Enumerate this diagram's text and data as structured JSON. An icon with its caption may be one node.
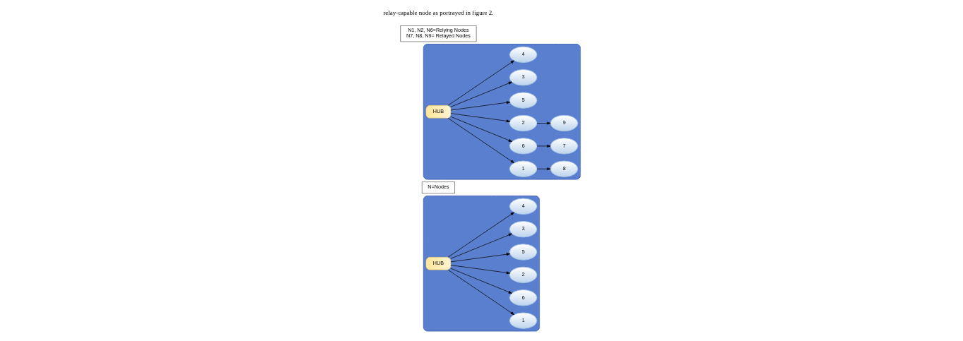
{
  "diagram": {
    "nodes": [
      {
        "text": [],
        "shape": "ellipse"
      },
      {
        "text": [
          "N=Nodes"
        ]
      },
      {
        "text": [
          "1"
        ],
        "in": 0
      },
      {
        "text": [
          "6"
        ],
        "in": 0
      },
      {
        "text": [
          "2"
        ],
        "in": 0
      },
      {
        "text": [
          "HUB"
        ],
        "in": 0
      },
      {
        "text": [
          "5"
        ],
        "in": 0
      },
      {
        "text": [
          "3"
        ],
        "in": 0
      },
      {
        "text": [
          "4"
        ],
        "in": 0
      },
      {
        "text": [],
        "shape": "ellipse"
      },
      {
        "text": [
          "N1, N2, N6=Relying Nodes",
          "N7, N8, N9= Relayed Nodes"
        ]
      },
      {
        "text": [
          "1"
        ],
        "in": 9
      },
      {
        "text": [
          "6"
        ],
        "in": 9
      },
      {
        "text": [
          "7"
        ],
        "in": 9
      },
      {
        "text": [
          "8"
        ],
        "in": 9
      },
      {
        "text": [
          "2"
        ],
        "in": 9
      },
      {
        "text": [
          "HUB"
        ],
        "in": 9
      },
      {
        "text": [
          "5"
        ],
        "in": 9
      },
      {
        "text": [
          "9"
        ],
        "in": 9
      },
      {
        "text": [
          "3"
        ],
        "in": 9
      },
      {
        "text": [
          "4"
        ],
        "in": 9
      }
    ],
    "edges": [
      {
        "from": 5,
        "to": 2,
        "arrow": "to"
      },
      {
        "from": 5,
        "to": 3,
        "arrow": "to"
      },
      {
        "from": 5,
        "to": 4,
        "arrow": "to"
      },
      {
        "from": 5,
        "to": 6,
        "arrow": "to"
      },
      {
        "from": 5,
        "to": 7,
        "arrow": "to"
      },
      {
        "from": 5,
        "to": 8,
        "arrow": "to"
      },
      {
        "from": 11,
        "to": 14,
        "arrow": "to"
      },
      {
        "from": 16,
        "to": 11,
        "arrow": "to"
      },
      {
        "from": 16,
        "to": 12,
        "arrow": "to"
      },
      {
        "from": 12,
        "to": 13,
        "arrow": "to"
      },
      {
        "from": 16,
        "to": 15,
        "arrow": "to"
      },
      {
        "from": 16,
        "to": 17,
        "arrow": "to"
      },
      {
        "from": 15,
        "to": 18,
        "arrow": "to"
      },
      {
        "from": 16,
        "to": 19,
        "arrow": "to"
      },
      {
        "from": 16,
        "to": 20,
        "arrow": "to"
      }
    ],
    "labels": [
      "relay-capable node as portrayed in figure 2."
    ]
  }
}
